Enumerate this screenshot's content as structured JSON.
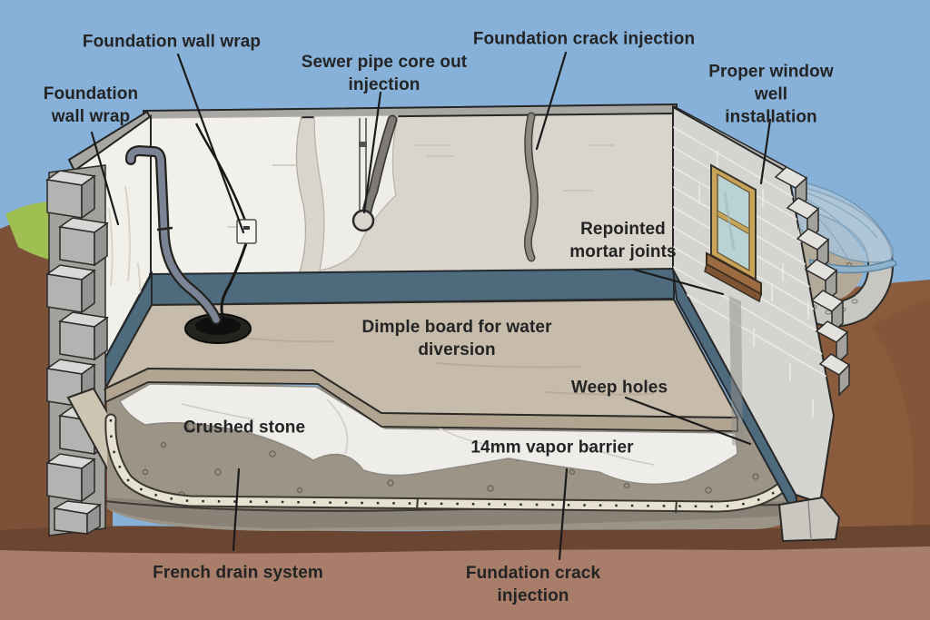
{
  "labels": {
    "foundation_wall_wrap_top": "Foundation wall wrap",
    "foundation_wall_wrap_left": "Foundation\nwall wrap",
    "sewer_pipe_core_out_injection": "Sewer pipe core out\ninjection",
    "foundation_crack_injection_top": "Foundation crack injection",
    "proper_window_well_installation": "Proper window well\ninstallation",
    "repointed_mortar_joints": "Repointed\nmortar joints",
    "dimple_board_water_diversion": "Dimple board for water\ndiversion",
    "weep_holes": "Weep holes",
    "crushed_stone": "Crushed stone",
    "vapor_barrier": "14mm vapor barrier",
    "french_drain_system": "French drain system",
    "foundation_crack_injection_bottom": "Fundation crack\ninjection"
  },
  "colors": {
    "sky": "#87b1d8",
    "soil": "#8a5b3c",
    "soil_left": "#7d5138",
    "soil_band_dark": "#6a4531",
    "soil_band_light": "#a87e6a",
    "grass": "#9fbf52",
    "wall_back": "#d9d5cd",
    "wall_wrap_white": "#f2f0ea",
    "block_wall": "#d4d4d1",
    "dimple_board_blue": "#4e6a7d",
    "floor_slab": "#c7bcab",
    "slab_cut_face": "#b1a491",
    "vapor_barrier_white": "#eeedea",
    "gravel": "#9b9487",
    "drain_pipe": "#e7e1d2",
    "window_frame": "#c9a458",
    "window_glass": "#b9d3d4",
    "well_cover_blue": "#a9c6dd",
    "label_text": "#242424"
  }
}
